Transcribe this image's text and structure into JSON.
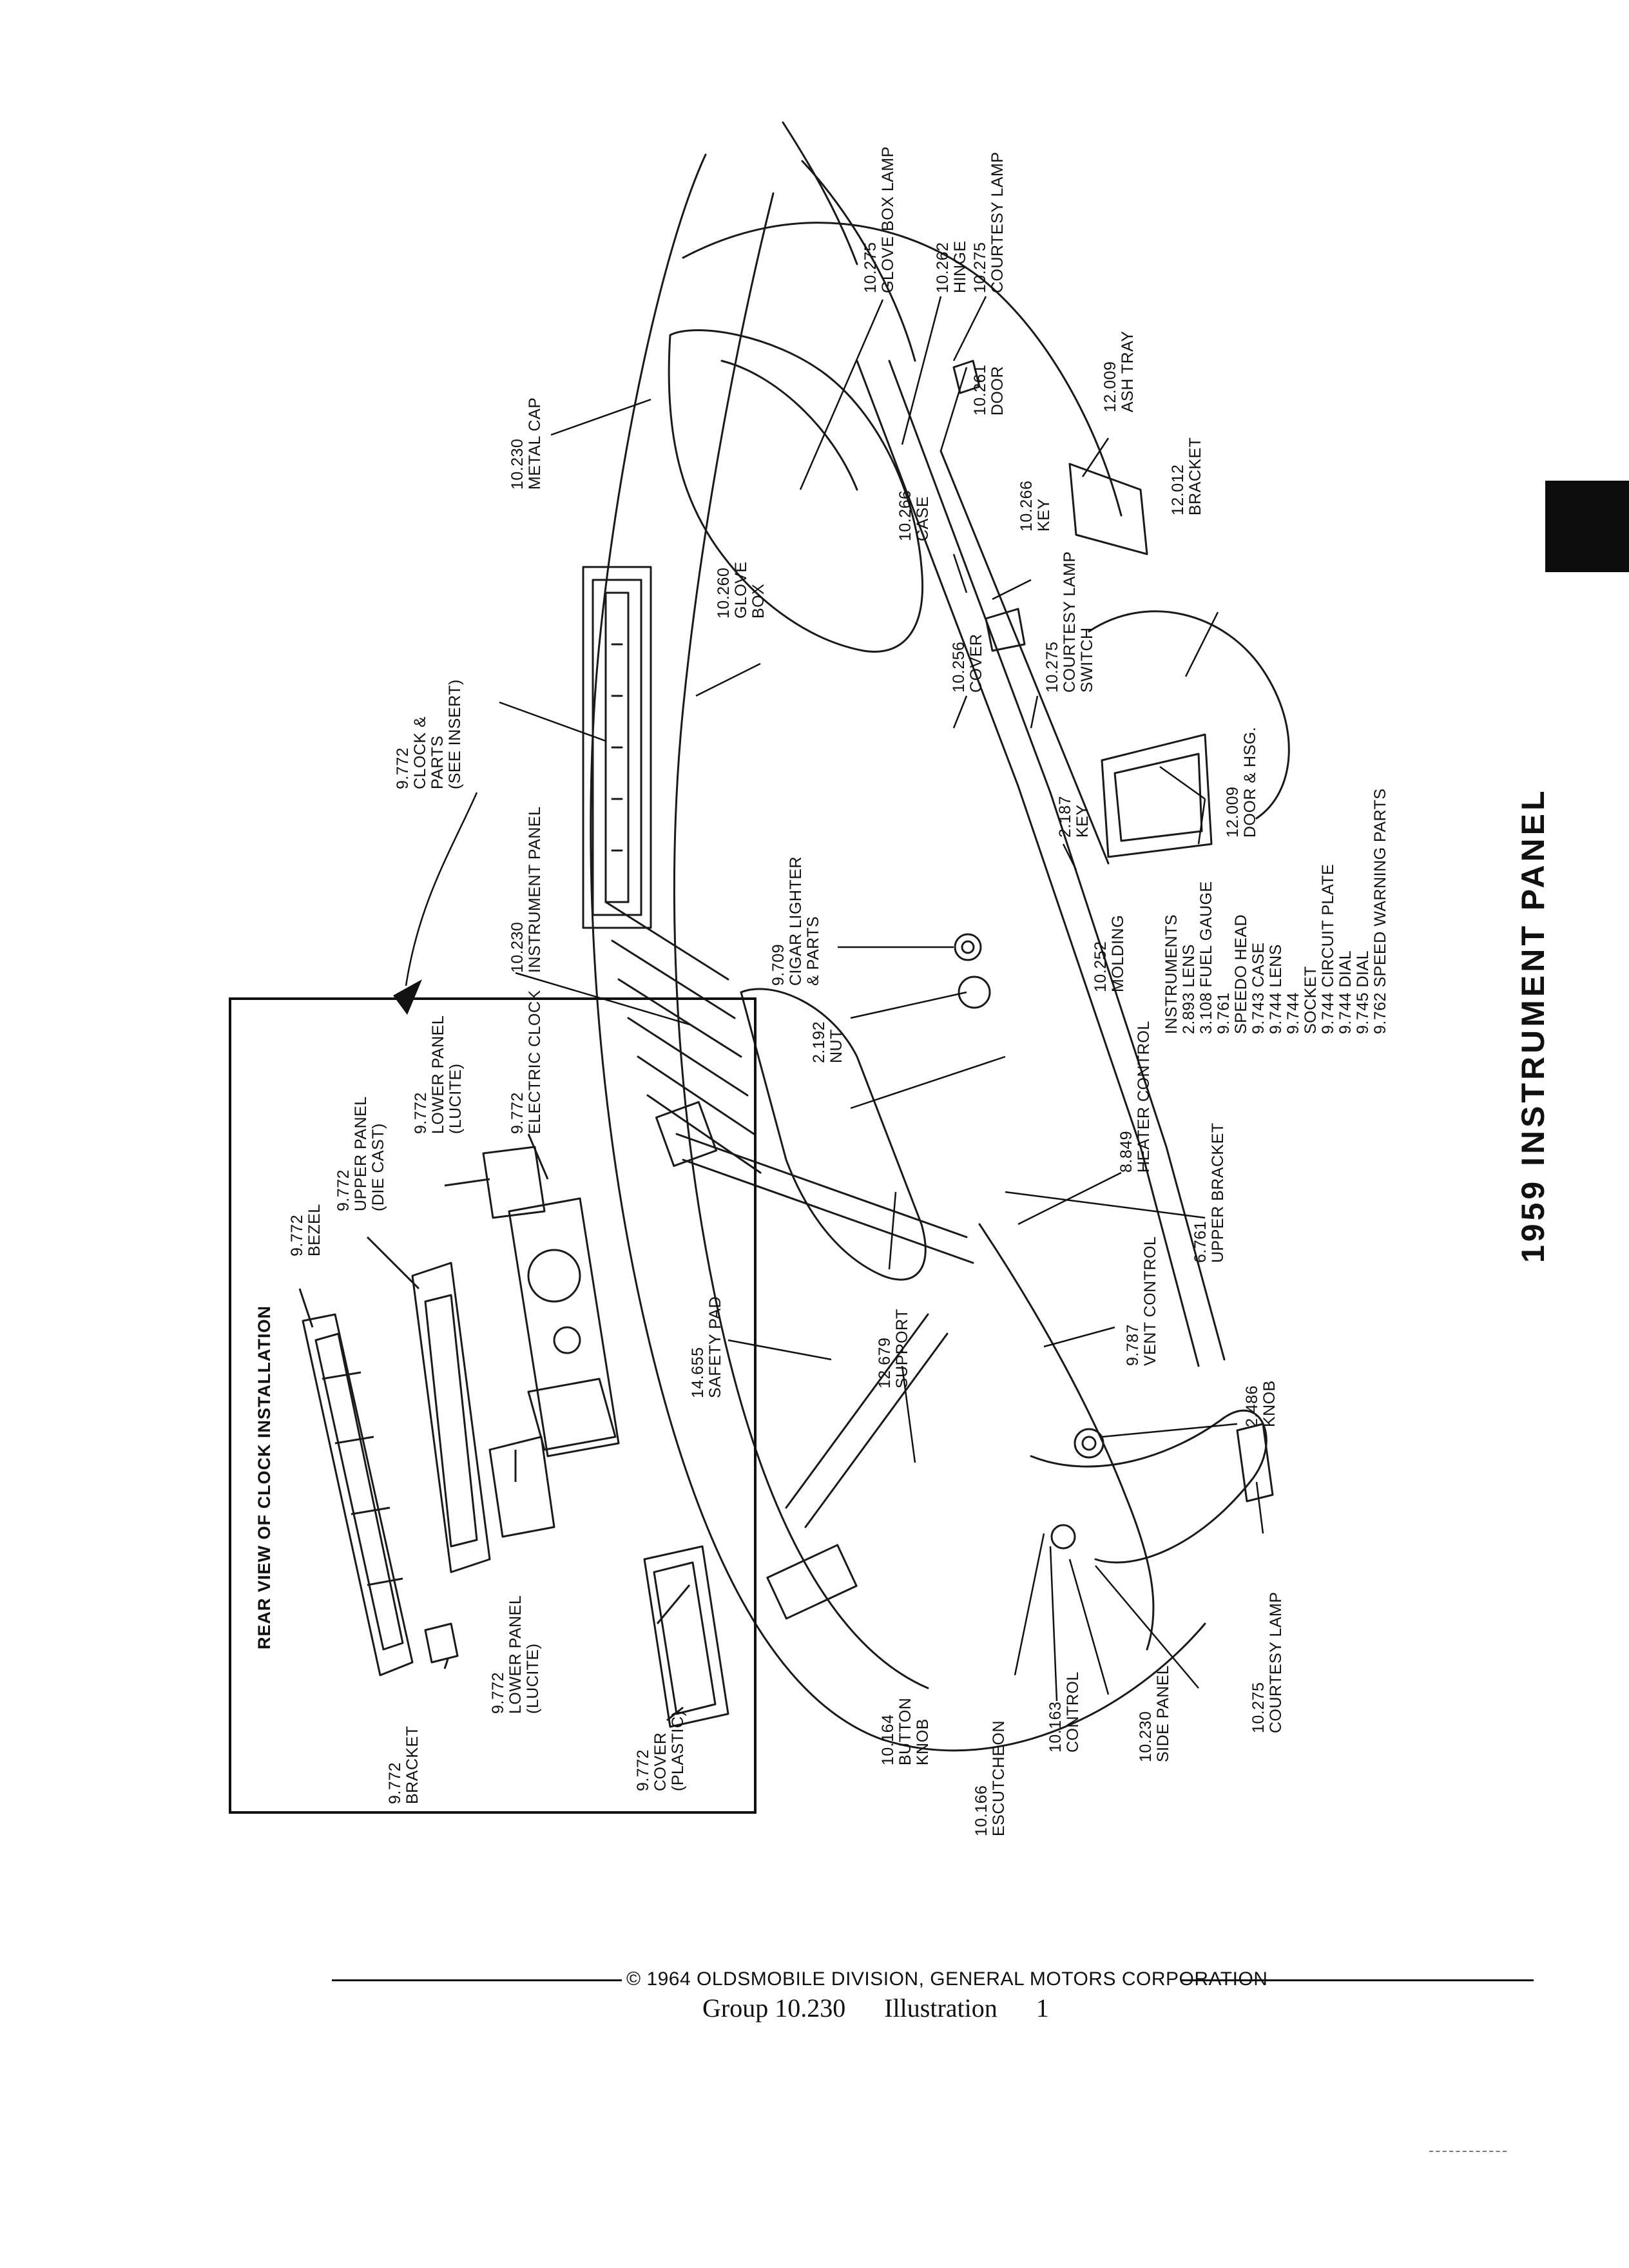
{
  "title": "1959 INSTRUMENT PANEL",
  "inset": {
    "title": "REAR VIEW OF CLOCK INSTALLATION",
    "labels": {
      "bezel": [
        "9.772",
        "BEZEL"
      ],
      "upper_panel": [
        "9.772",
        "UPPER PANEL",
        "(DIE CAST)"
      ],
      "lower_panel_top": [
        "9.772",
        "LOWER PANEL",
        "(LUCITE)"
      ],
      "electric_clock": [
        "9.772",
        "ELECTRIC CLOCK"
      ],
      "bracket": [
        "9.772",
        "BRACKET"
      ],
      "lower_panel_bottom": [
        "9.772",
        "LOWER PANEL",
        "(LUCITE)"
      ],
      "cover": [
        "9.772",
        "COVER",
        "(PLASTIC)"
      ]
    }
  },
  "labels": {
    "metal_cap": [
      "10.230",
      "METAL CAP"
    ],
    "glove_box_lamp": [
      "10.275",
      "GLOVE BOX LAMP"
    ],
    "hinge": [
      "10.262",
      "HINGE"
    ],
    "courtesy_lamp_top": [
      "10.275",
      "COURTESY LAMP"
    ],
    "door": [
      "10.261",
      "DOOR"
    ],
    "ash_tray": [
      "12.009",
      "ASH TRAY"
    ],
    "glove_box": [
      "10.260",
      "GLOVE",
      "BOX"
    ],
    "case": [
      "10.266",
      "CASE"
    ],
    "key_glove": [
      "10.266",
      "KEY"
    ],
    "bracket_ash": [
      "12.012",
      "BRACKET"
    ],
    "clock_parts": [
      "9.772",
      "CLOCK &",
      "PARTS",
      "(SEE INSERT)"
    ],
    "cover": [
      "10.256",
      "COVER"
    ],
    "courtesy_lamp_switch": [
      "10.275",
      "COURTESY LAMP",
      "SWITCH"
    ],
    "key_ignition": [
      "2.187",
      "KEY"
    ],
    "door_hsg": [
      "12.009",
      "DOOR & HSG."
    ],
    "instrument_panel": [
      "10.230",
      "INSTRUMENT PANEL"
    ],
    "cigar_lighter": [
      "9.709",
      "CIGAR LIGHTER",
      "& PARTS"
    ],
    "molding": [
      "10.252",
      "MOLDING"
    ],
    "nut": [
      "2.192",
      "NUT"
    ],
    "heater_control": [
      "8.849",
      "HEATER CONTROL"
    ],
    "upper_bracket": [
      "6.761",
      "UPPER BRACKET"
    ],
    "safety_pad": [
      "14.655",
      "SAFETY PAD"
    ],
    "support": [
      "12.679",
      "SUPPORT"
    ],
    "vent_control": [
      "9.787",
      "VENT CONTROL"
    ],
    "knob": [
      "2.486",
      "KNOB"
    ],
    "button_knob": [
      "10.164",
      "BUTTON",
      "KNOB"
    ],
    "escutcheon": [
      "10.166",
      "ESCUTCHEON"
    ],
    "control": [
      "10.163",
      "CONTROL"
    ],
    "side_panel": [
      "10.230",
      "SIDE PANEL"
    ],
    "courtesy_lamp_bottom": [
      "10.275",
      "COURTESY LAMP"
    ]
  },
  "instruments_list": [
    "INSTRUMENTS",
    "2.893 LENS",
    "3.108 FUEL GAUGE",
    "9.761",
    "SPEEDO HEAD",
    "9.743 CASE",
    "9.744 LENS",
    "9.744",
    "SOCKET",
    "9.744 CIRCUIT PLATE",
    "9.744 DIAL",
    "9.745 DIAL",
    "9.762 SPEED WARNING PARTS"
  ],
  "footer": {
    "copyright": "© 1964 OLDSMOBILE DIVISION, GENERAL MOTORS CORPORATION",
    "group": "Group 10.230",
    "illustration": "Illustration",
    "illustration_number": "1"
  }
}
